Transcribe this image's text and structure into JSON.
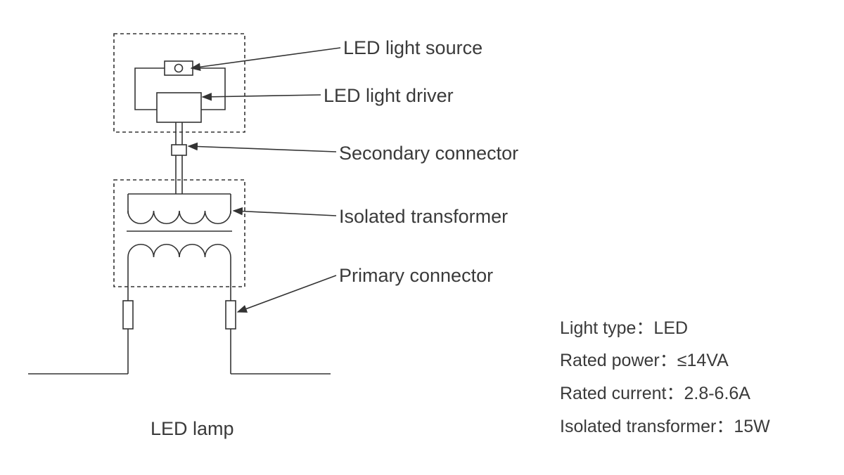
{
  "labels": {
    "led_light_source": "LED light source",
    "led_light_driver": "LED light driver",
    "secondary_connector": "Secondary connector",
    "isolated_transformer": "Isolated transformer",
    "primary_connector": "Primary connector",
    "led_lamp": "LED lamp"
  },
  "specs": {
    "light_type": "Light type：LED",
    "rated_power": "Rated power：≤14VA",
    "rated_current": "Rated current：2.8-6.6A",
    "isolated_transformer": "Isolated transformer：15W"
  },
  "colors": {
    "line": "#333333",
    "text": "#3a3a3a",
    "background": "#ffffff"
  }
}
